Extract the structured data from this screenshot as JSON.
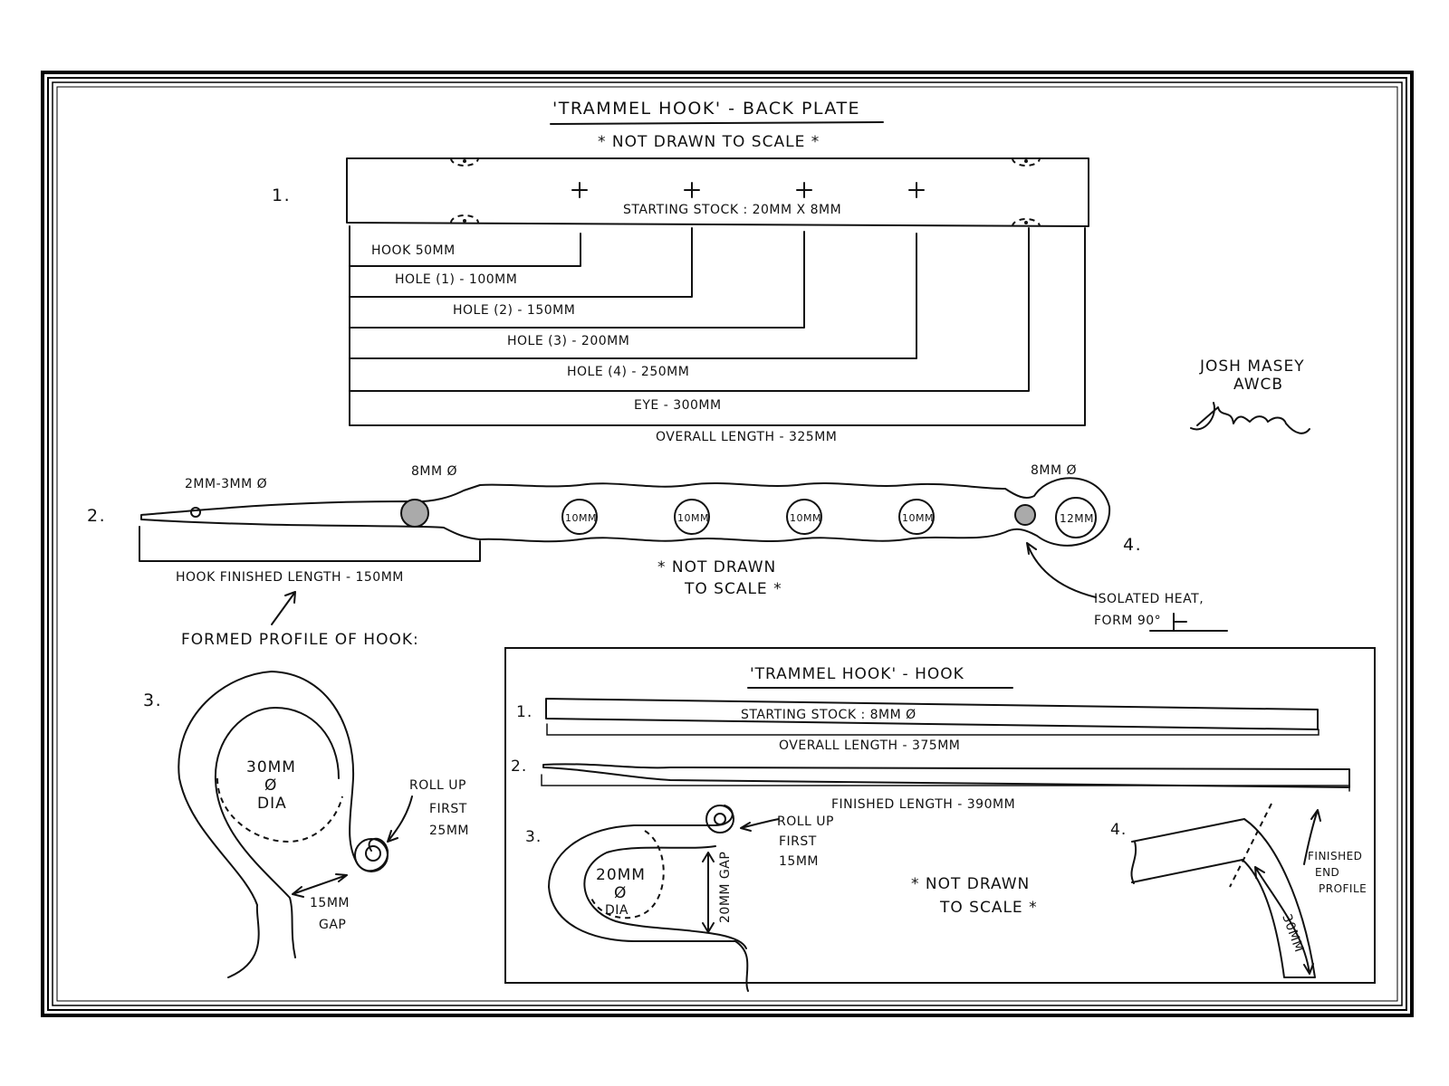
{
  "backplate": {
    "title": "'TRAMMEL HOOK' - BACK PLATE",
    "not_to_scale": "* NOT DRAWN TO SCALE *",
    "step1_number": "1.",
    "starting_stock": "STARTING STOCK : 20MM X 8MM",
    "dimensions": [
      "HOOK 50MM",
      "HOLE (1) - 100MM",
      "HOLE (2) - 150MM",
      "HOLE (3) - 200MM",
      "HOLE (4) - 250MM",
      "EYE - 300MM",
      "OVERALL LENGTH - 325MM"
    ],
    "step2_number": "2.",
    "hole_small": "2MM-3MM Ø",
    "hole_8mm": "8MM Ø",
    "eye_8mm": "8MM Ø",
    "hole_labels": [
      "10MM",
      "10MM",
      "10MM",
      "10MM"
    ],
    "eye_label": "12MM",
    "step4_number": "4.",
    "hook_finished_length": "HOOK FINISHED LENGTH - 150MM",
    "not_to_scale_2_line1": "* NOT DRAWN",
    "not_to_scale_2_line2": "TO SCALE *",
    "isolated_heat_line1": "ISOLATED HEAT,",
    "isolated_heat_line2": "FORM 90°",
    "formed_profile": "FORMED PROFILE OF HOOK:",
    "step3_number": "3.",
    "dia30_line1": "30MM",
    "dia30_line2": "Ø",
    "dia30_line3": "DIA",
    "roll_up_line1": "ROLL UP",
    "roll_up_line2": "FIRST",
    "roll_up_line3": "25MM",
    "gap15_line1": "15MM",
    "gap15_line2": "GAP"
  },
  "signature": {
    "name": "JOSH MASEY",
    "org": "AWCB",
    "signature": "J Masey"
  },
  "hook": {
    "title": "'TRAMMEL HOOK' - HOOK",
    "step1_number": "1.",
    "starting_stock": "STARTING STOCK : 8MM Ø",
    "overall_length": "OVERALL LENGTH - 375MM",
    "step2_number": "2.",
    "finished_length": "FINISHED LENGTH - 390MM",
    "step3_number": "3.",
    "roll_up_line1": "ROLL UP",
    "roll_up_line2": "FIRST",
    "roll_up_line3": "15MM",
    "dia20_line1": "20MM",
    "dia20_line2": "Ø",
    "dia20_line3": "DIA",
    "gap20": "20MM GAP",
    "not_to_scale_line1": "* NOT DRAWN",
    "not_to_scale_line2": "TO SCALE *",
    "step4_number": "4.",
    "bend_30mm": "30MM",
    "finished_end_line1": "FINISHED",
    "finished_end_line2": "END",
    "finished_end_line3": "PROFILE"
  }
}
